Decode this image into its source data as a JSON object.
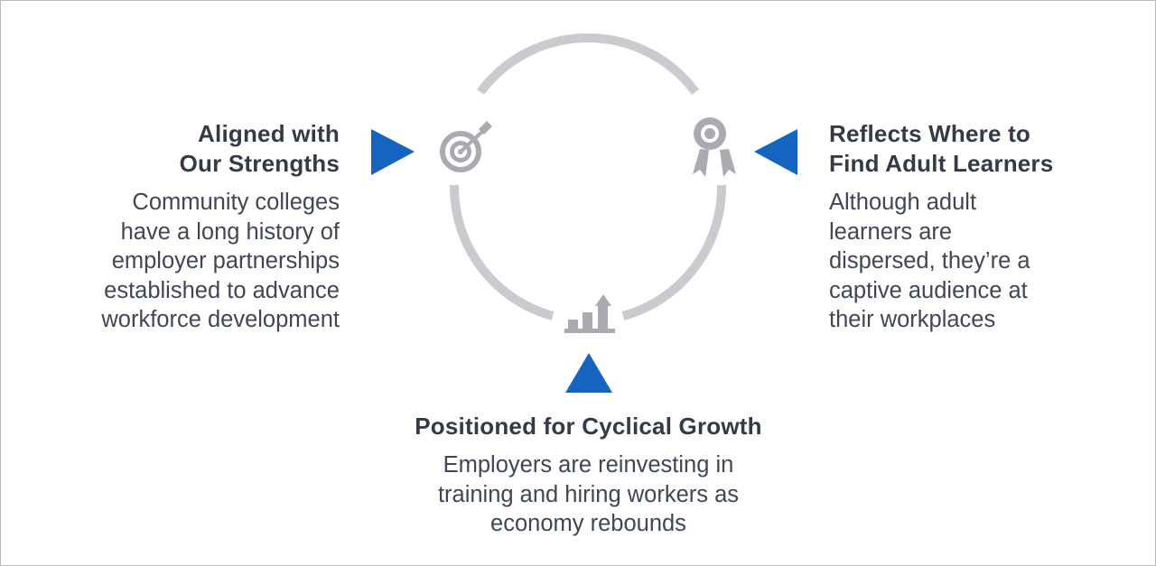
{
  "colors": {
    "ring": "#c9cbcf",
    "icon": "#a9abb0",
    "accent": "#1565c0",
    "heading": "#343a46",
    "text": "#404654",
    "background": "#ffffff"
  },
  "icons": [
    "target-arrow-icon",
    "award-ribbon-icon",
    "growth-chart-icon"
  ],
  "left": {
    "heading": [
      "Aligned with",
      "Our Strengths"
    ],
    "body": [
      "Community colleges",
      "have a long history of",
      "employer partnerships",
      "established to advance",
      "workforce development"
    ]
  },
  "right": {
    "heading": [
      "Reflects Where to",
      "Find Adult Learners"
    ],
    "body": [
      "Although adult",
      "learners are",
      "dispersed, they’re a",
      "captive audience at",
      "their workplaces"
    ]
  },
  "bottom": {
    "heading": [
      "Positioned for Cyclical Growth"
    ],
    "body": [
      "Employers are reinvesting in",
      "training and hiring workers as",
      "economy rebounds"
    ]
  }
}
